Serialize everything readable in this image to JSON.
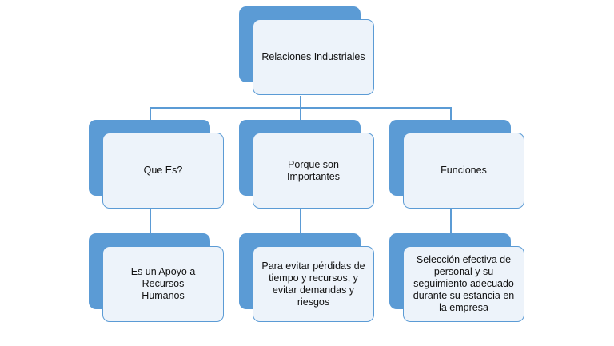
{
  "diagram": {
    "root": {
      "label": "Relaciones Industriales"
    },
    "branches": [
      {
        "label": "Que Es?",
        "child": "Es un Apoyo a Recursos Humanos"
      },
      {
        "label": "Porque son Importantes",
        "child": "Para evitar pérdidas de tiempo y recursos, y evitar demandas y riesgos"
      },
      {
        "label": "Funciones",
        "child": "Selección efectiva de personal y su seguimiento adecuado durante su estancia en la empresa"
      }
    ]
  },
  "colors": {
    "accent": "#5b9bd5",
    "box_fill": "#edf3fa"
  }
}
